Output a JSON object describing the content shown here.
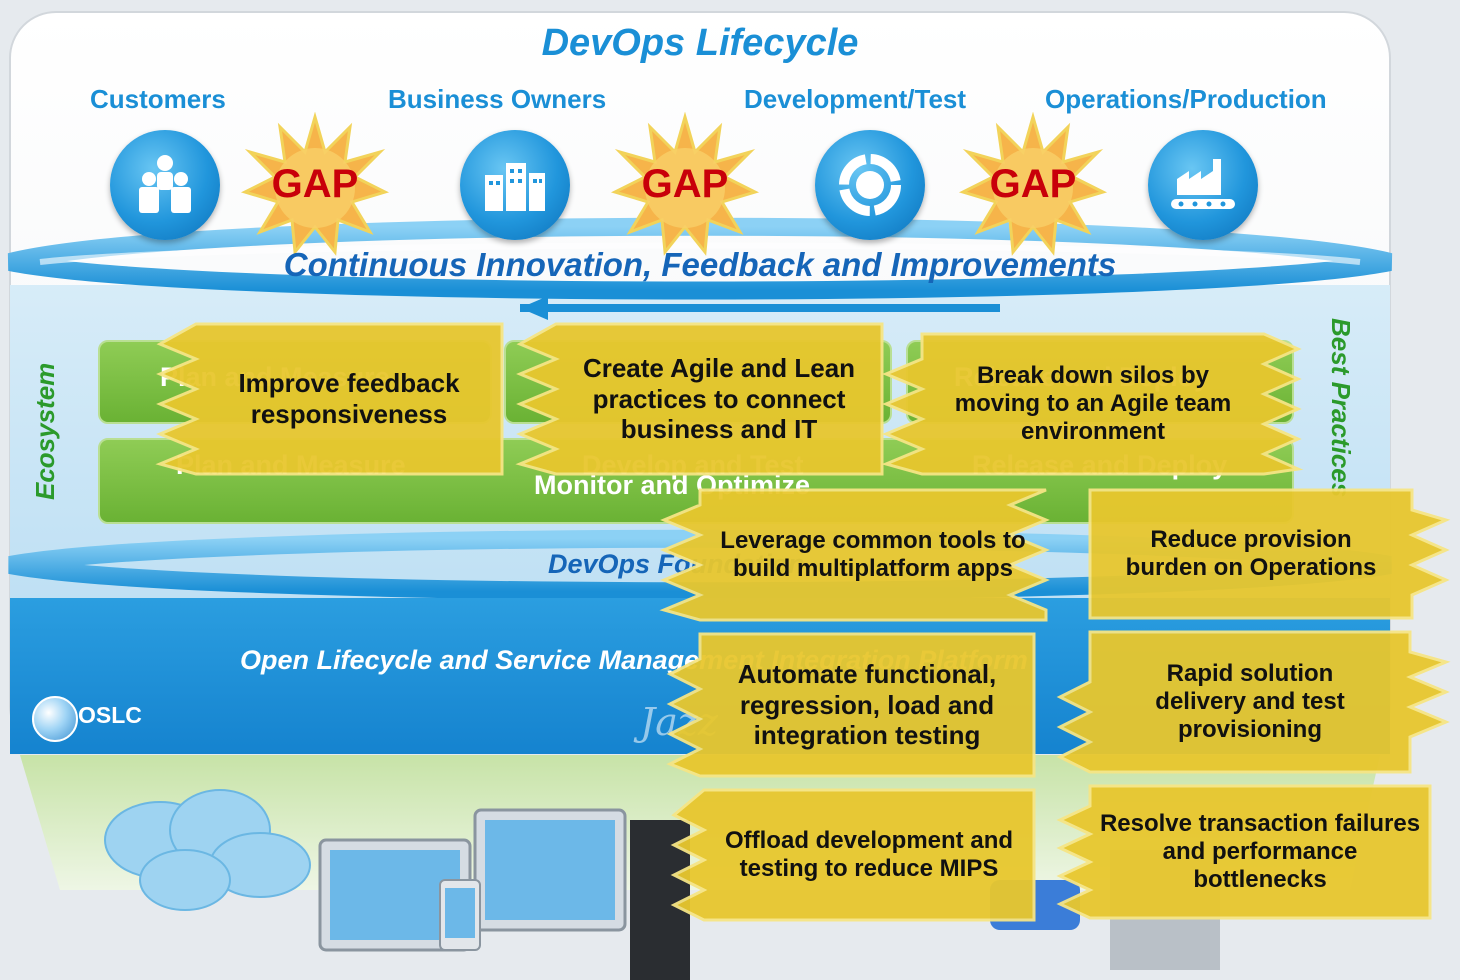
{
  "title": "DevOps Lifecycle",
  "roles": [
    "Customers",
    "Business Owners",
    "Development/Test",
    "Operations/Production"
  ],
  "gap_label": "GAP",
  "icons": [
    "customers-people-icon",
    "business-buildings-icon",
    "cycle-arrows-icon",
    "factory-conveyor-icon"
  ],
  "ring_top_label": "Continuous Innovation, Feedback and Improvements",
  "side_labels": {
    "left": "Ecosystem",
    "right": "Best Practices"
  },
  "practice_bars": {
    "plan_measure": "Plan and Measure",
    "develop_test": "Develop and Test",
    "release_deploy": "Release and Deploy",
    "monitor_optimize": "Monitor and Optimize"
  },
  "foundation_label": "DevOps Foundation",
  "oslc_platform": "Open Lifecycle and Service Management Integration Platform",
  "oslc_logo_label": "OSLC",
  "jazz_label": "Jazz",
  "callouts": [
    "Improve feedback responsiveness",
    "Create Agile and Lean practices to connect business and IT",
    "Break down silos by moving to an Agile team environment",
    "Leverage common tools to build multiplatform apps",
    "Reduce provision burden on Operations",
    "Automate functional, regression, load and integration testing",
    "Rapid solution delivery and test provisioning",
    "Offload development and testing to reduce MIPS",
    "Resolve transaction failures and performance bottlenecks"
  ],
  "colors": {
    "accent_blue": "#1a8fd6",
    "gap_red": "#c8000a",
    "practice_green": "#6ab234",
    "note_yellow": "#e6c52e",
    "oslc_blue": "#1583cf"
  }
}
